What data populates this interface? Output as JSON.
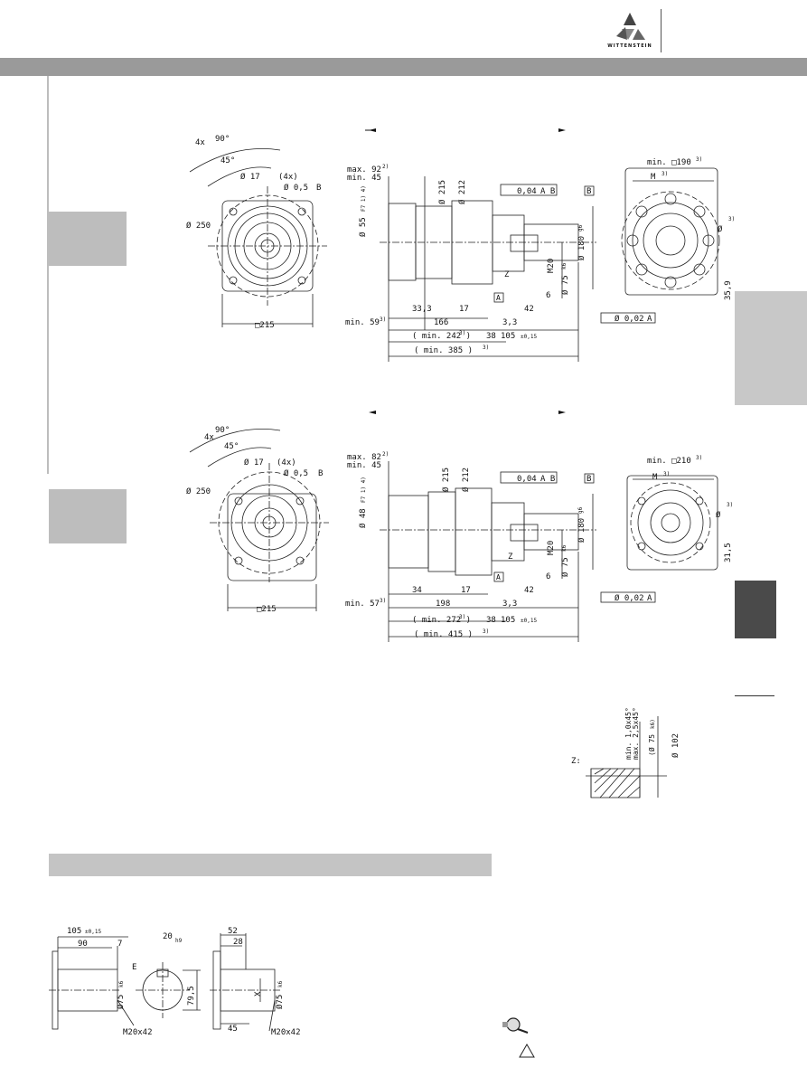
{
  "brand": {
    "name": "WITTENSTEIN"
  },
  "drawing_a": {
    "front": {
      "angle_4x": "4x",
      "angle_90": "90°",
      "angle_45": "45°",
      "hole_dia": "Ø 17",
      "hole_count": "(4x)",
      "position_tol": "Ø 0,5",
      "position_ref": "B",
      "pcd": "Ø 250",
      "flange": "□215"
    },
    "side": {
      "max_label": "max. 92",
      "max_sup": "2)",
      "min_label": "min. 45",
      "dia_215": "Ø 215",
      "dia_212": "Ø 212",
      "bore": "Ø 55",
      "bore_tol": "F7 1) 4)",
      "runout_tol": "0,04",
      "runout_ref": "A B",
      "datum_b": "B",
      "m20": "M20",
      "dia_180": "Ø 180",
      "dia_180_tol": "g6",
      "dia_75": "Ø 75",
      "dia_75_tol": "k6",
      "z_label": "Z",
      "datum_a": "A",
      "d6": "6",
      "d42": "42",
      "d33": "33,3",
      "d17": "17",
      "min59": "min. 59",
      "min59_sup": "3)",
      "d166": "166",
      "d3_3": "3,3",
      "perp_tol": "Ø 0,02",
      "perp_ref": "A",
      "min242": "( min. 242 )",
      "min242_sup": "3)",
      "d38": "38",
      "d105": "105",
      "d105_tol": "±0,15",
      "min385": "( min. 385 )",
      "min385_sup": "3)"
    },
    "rear": {
      "min190": "min. □190",
      "min190_sup": "3)",
      "m_label": "M",
      "m_sup": "3)",
      "phi_label": "Ø",
      "phi_sup": "3)",
      "d35_9": "35,9"
    }
  },
  "drawing_b": {
    "front": {
      "angle_4x": "4x",
      "angle_90": "90°",
      "angle_45": "45°",
      "hole_dia": "Ø 17",
      "hole_count": "(4x)",
      "position_tol": "Ø 0,5",
      "position_ref": "B",
      "pcd": "Ø 250",
      "flange": "□215"
    },
    "side": {
      "max_label": "max. 82",
      "max_sup": "2)",
      "min_label": "min. 45",
      "dia_215": "Ø 215",
      "dia_212": "Ø 212",
      "bore": "Ø 48",
      "bore_tol": "F7 1) 4)",
      "runout_tol": "0,04",
      "runout_ref": "A B",
      "datum_b": "B",
      "m20": "M20",
      "dia_180": "Ø 180",
      "dia_180_tol": "g6",
      "dia_75": "Ø 75",
      "dia_75_tol": "k6",
      "z_label": "Z",
      "datum_a": "A",
      "d6": "6",
      "d42": "42",
      "d34": "34",
      "d17": "17",
      "min57": "min. 57",
      "min57_sup": "3)",
      "d198": "198",
      "d3_3": "3,3",
      "perp_tol": "Ø 0,02",
      "perp_ref": "A",
      "min272": "( min. 272 )",
      "min272_sup": "3)",
      "d38": "38",
      "d105": "105",
      "d105_tol": "±0,15",
      "min415": "( min. 415 )",
      "min415_sup": "3)"
    },
    "rear": {
      "min210": "min. □210",
      "min210_sup": "3)",
      "m_label": "M",
      "m_sup": "3)",
      "phi_label": "Ø",
      "phi_sup": "3)",
      "d31_5": "31,5"
    }
  },
  "detail_z": {
    "label": "Z:",
    "chamfer_min": "min. 1,0x45°",
    "chamfer_max": "max. 2,5x45°",
    "dia_75": "(Ø 75",
    "dia_75_tol": "k6)",
    "dia_102": "Ø 102"
  },
  "shaft_a": {
    "d105": "105",
    "d105_tol": "±0,15",
    "d90": "90",
    "d7": "7",
    "key": "20",
    "key_tol": "h9",
    "e_label": "E",
    "d79_5": "79,5",
    "dia_75": "Ø75",
    "dia_75_tol": "k6",
    "thread": "M20x42"
  },
  "shaft_b": {
    "d52": "52",
    "d28": "28",
    "x_label": "X",
    "dia_75": "Ø75",
    "dia_75_tol": "k6",
    "d45": "45",
    "thread": "M20x42"
  },
  "icons": {
    "inspection": "magnifier-icon",
    "warning": "triangle-icon"
  }
}
